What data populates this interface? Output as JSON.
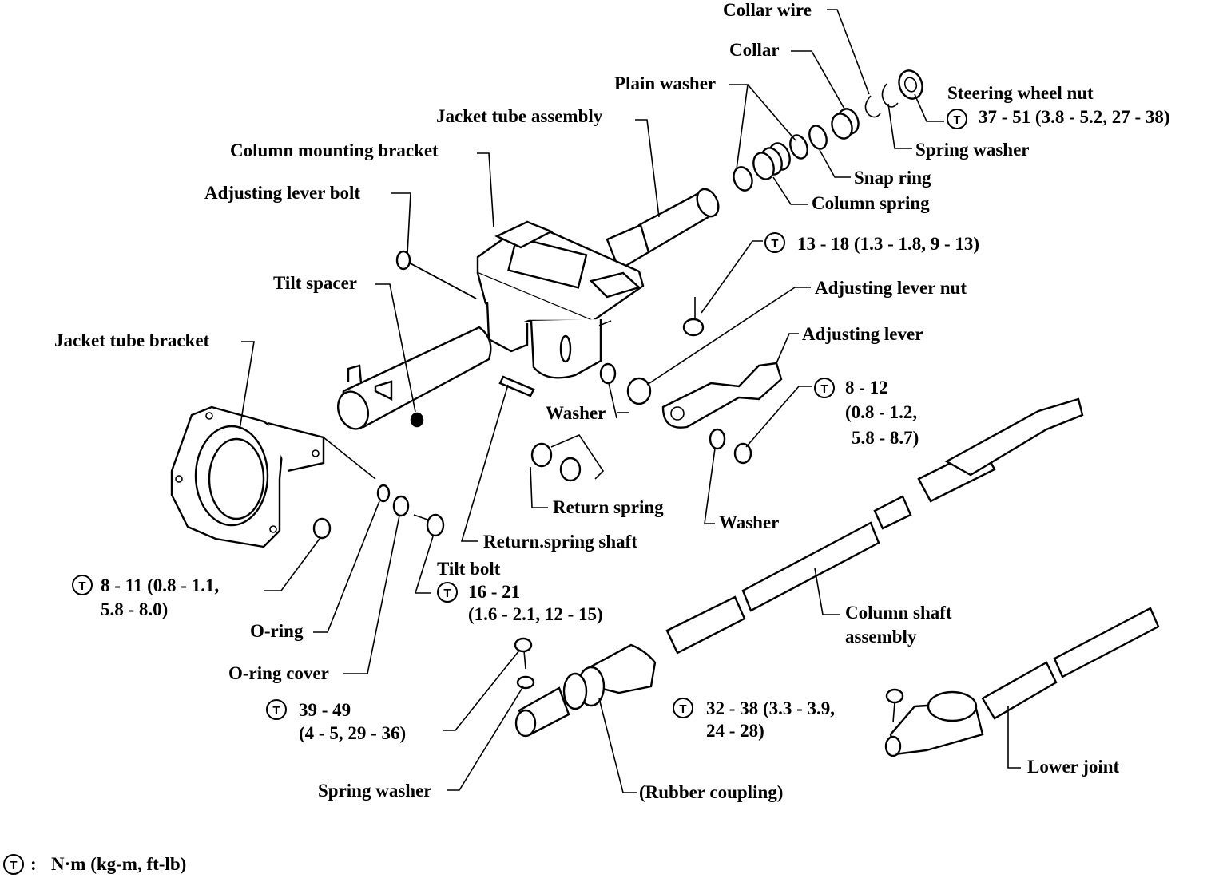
{
  "torque_symbol": "T",
  "labels": {
    "collar_wire": "Collar wire",
    "collar": "Collar",
    "plain_washer": "Plain washer",
    "steering_wheel_nut": "Steering wheel nut",
    "steering_wheel_nut_torque": "37 - 51 (3.8 - 5.2, 27 - 38)",
    "jacket_tube_assembly": "Jacket tube assembly",
    "spring_washer_top": "Spring washer",
    "column_mounting_bracket": "Column mounting bracket",
    "snap_ring": "Snap ring",
    "adjusting_lever_bolt": "Adjusting lever bolt",
    "column_spring": "Column spring",
    "bracket_bolt_torque": "13 - 18 (1.3 - 1.8, 9 - 13)",
    "tilt_spacer": "Tilt spacer",
    "adjusting_lever_nut": "Adjusting lever nut",
    "adjusting_lever": "Adjusting lever",
    "jacket_tube_bracket": "Jacket tube bracket",
    "lever_bolt_torque_1": "8 - 12",
    "lever_bolt_torque_2": "(0.8 - 1.2,",
    "lever_bolt_torque_3": "5.8 - 8.7)",
    "washer_mid": "Washer",
    "return_spring": "Return spring",
    "washer_right": "Washer",
    "return_spring_shaft": "Return.spring  shaft",
    "tilt_bolt": "Tilt bolt",
    "tilt_bolt_torque_1": "16 - 21",
    "tilt_bolt_torque_2": "(1.6 - 2.1, 12 - 15)",
    "bracket_nut_torque_1": "8 - 11 (0.8 - 1.1,",
    "bracket_nut_torque_2": "5.8 - 8.0)",
    "o_ring": "O-ring",
    "o_ring_cover": "O-ring cover",
    "column_shaft_assembly_1": "Column shaft",
    "column_shaft_assembly_2": "assembly",
    "coupling_bolt_torque_1": "39 - 49",
    "coupling_bolt_torque_2": "(4 - 5, 29 - 36)",
    "lower_joint_torque_1": "32 - 38 (3.3 - 3.9,",
    "lower_joint_torque_2": "24 - 28)",
    "spring_washer_bottom": "Spring washer",
    "rubber_coupling": "(Rubber coupling)",
    "lower_joint": "Lower joint"
  },
  "legend": {
    "symbol": "T",
    "separator": ":",
    "units": "N·m (kg-m, ft-lb)"
  }
}
